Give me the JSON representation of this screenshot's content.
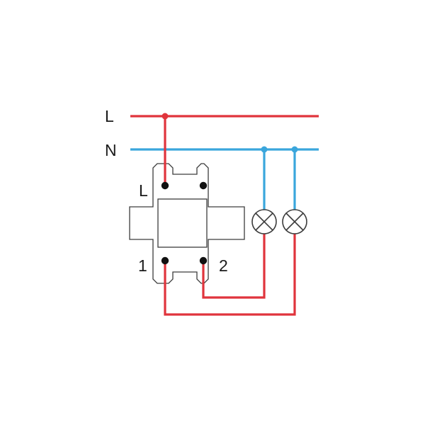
{
  "diagram": {
    "line_labels": {
      "live": "L",
      "neutral": "N"
    },
    "terminal_labels": {
      "input": "L",
      "output_1": "1",
      "output_2": "2"
    },
    "colors": {
      "live_wire": "#e0343c",
      "neutral_wire": "#3aa6dc",
      "outline": "#3c3c3c",
      "terminal": "#111111",
      "background": "#ffffff"
    },
    "icons": {
      "switch": "double-switch-body",
      "lamp": "lamp-cross-circle"
    },
    "lamp_count": 2
  }
}
